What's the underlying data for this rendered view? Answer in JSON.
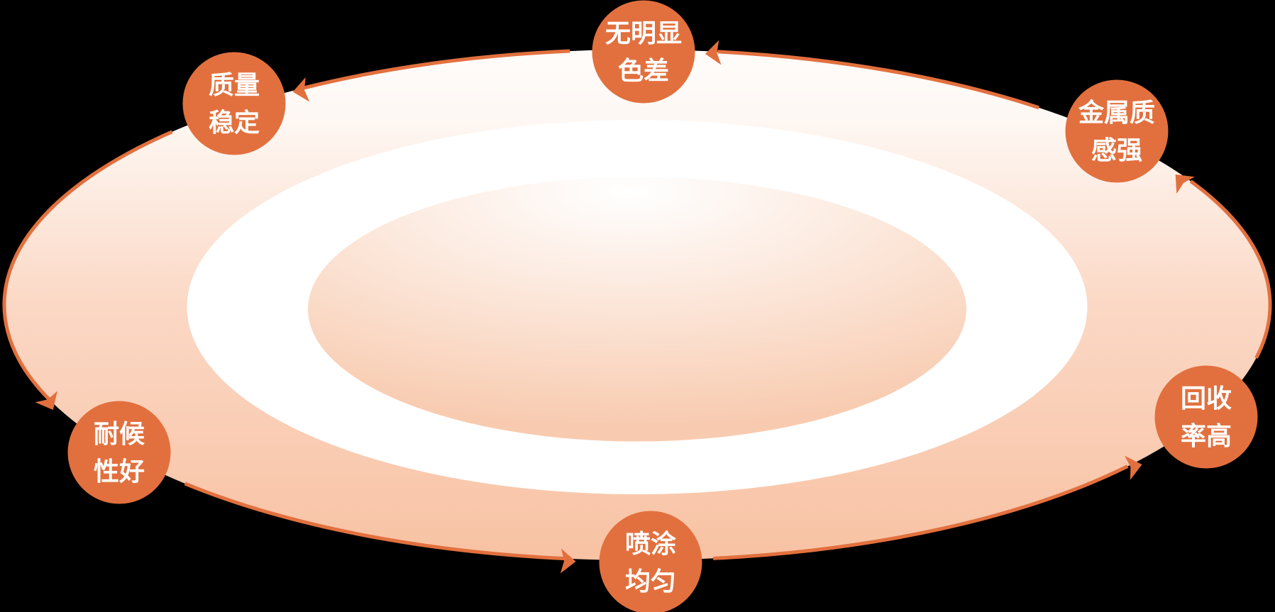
{
  "diagram": {
    "type": "cycle",
    "flow_direction": "counterclockwise",
    "badges": [
      {
        "id": "wu",
        "label": "无明显色差",
        "line1": "无明显",
        "line2": "色差"
      },
      {
        "id": "zhi",
        "label": "质量稳定",
        "line1": "质量",
        "line2": "稳定"
      },
      {
        "id": "nai",
        "label": "耐候性好",
        "line1": "耐候",
        "line2": "性好"
      },
      {
        "id": "pen",
        "label": "喷涂均匀",
        "line1": "喷涂",
        "line2": "均匀"
      },
      {
        "id": "hui",
        "label": "回收率高",
        "line1": "回收",
        "line2": "率高"
      },
      {
        "id": "jin",
        "label": "金属质感强",
        "line1": "金属质",
        "line2": "感强"
      }
    ],
    "colors": {
      "background": "#000000",
      "badge": "#E2703E",
      "badge_text": "#FFFFFF",
      "arc": "#E2703E",
      "ring": "#FFFFFF",
      "disc_gradient_top": "#FFFCFA",
      "disc_gradient_upper": "#FEF8F4",
      "disc_gradient_mid": "#FBD8C5",
      "disc_gradient_bottom": "#F8C2A3",
      "inner_gradient_center": "#FFFFFF",
      "inner_gradient_rim": "#F8CBB0"
    }
  }
}
